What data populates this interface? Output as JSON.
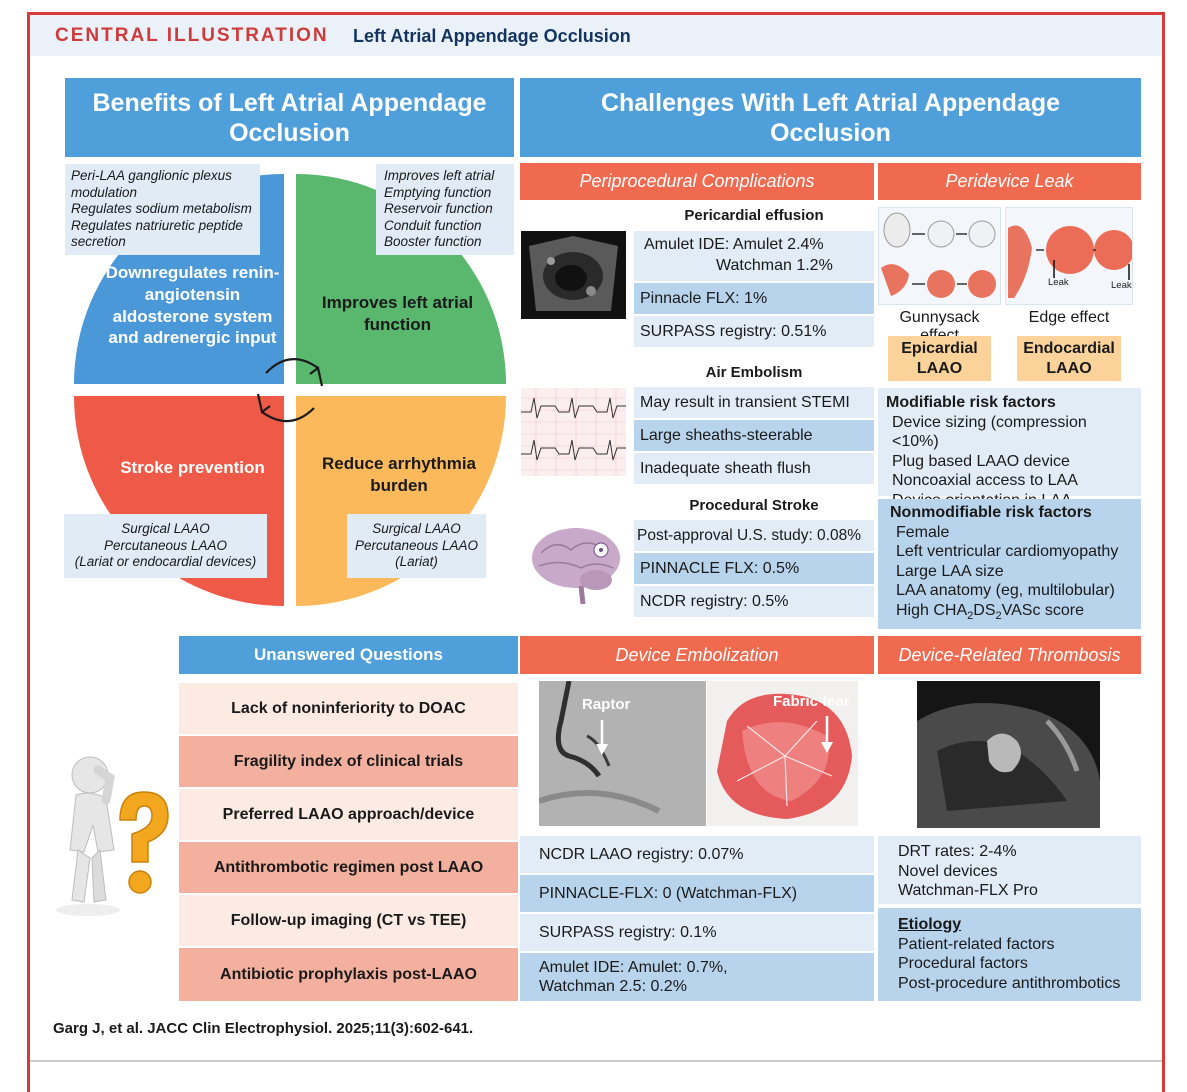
{
  "header": {
    "label": "CENTRAL ILLUSTRATION",
    "title": "Left Atrial Appendage Occlusion"
  },
  "colors": {
    "frame_red": "#d63a3a",
    "header_blue": "#4f9fda",
    "header_red": "#ef6a4f",
    "quad_blue": "#4a98d8",
    "quad_green": "#59b86e",
    "quad_red": "#ee5a47",
    "quad_orange": "#fbb95c"
  },
  "benefits": {
    "title": "Benefits of Left Atrial Appendage Occlusion",
    "quadrants": {
      "top_left": "Downregulates renin-angiotensin aldosterone system and adrenergic input",
      "top_right": "Improves left atrial function",
      "bottom_left": "Stroke prevention",
      "bottom_right": "Reduce arrhythmia burden"
    },
    "callouts": {
      "top_left": [
        "Peri-LAA ganglionic plexus modulation",
        "Regulates sodium metabolism",
        "Regulates natriuretic peptide secretion"
      ],
      "top_right": [
        "Improves left atrial",
        "Emptying function",
        "Reservoir function",
        "Conduit function",
        "Booster function"
      ],
      "bottom_left": [
        "Surgical LAAO",
        "Percutaneous LAAO",
        "(Lariat or endocardial devices)"
      ],
      "bottom_right": [
        "Surgical LAAO",
        "Percutaneous LAAO",
        "(Lariat)"
      ]
    }
  },
  "challenges": {
    "title": "Challenges With Left Atrial Appendage Occlusion",
    "periprocedural": {
      "title": "Periprocedural Complications",
      "pericardial": {
        "title": "Pericardial effusion",
        "rows": [
          "Amulet IDE: Amulet 2.4%",
          "Watchman 1.2%",
          "Pinnacle FLX: 1%",
          "SURPASS registry: 0.51%"
        ]
      },
      "air": {
        "title": "Air Embolism",
        "rows": [
          "May result in transient STEMI",
          "Large sheaths-steerable",
          "Inadequate sheath flush"
        ]
      },
      "stroke": {
        "title": "Procedural Stroke",
        "rows": [
          "Post-approval U.S. study: 0.08%",
          "PINNACLE FLX: 0.5%",
          "NCDR registry: 0.5%"
        ]
      }
    },
    "peridevice": {
      "title": "Peridevice Leak",
      "leak_labels": [
        "Leak",
        "Leak"
      ],
      "effects": [
        "Gunnysack effect",
        "Edge effect"
      ],
      "boxes": [
        "Epicardial LAAO",
        "Endocardial LAAO"
      ],
      "modifiable": {
        "title": "Modifiable risk factors",
        "items": [
          "Device sizing (compression <10%)",
          "Plug based LAAO device",
          "Noncoaxial access to LAA",
          "Device orientation in LAA"
        ]
      },
      "nonmodifiable": {
        "title": "Nonmodifiable risk factors",
        "items": [
          "Female",
          "Left ventricular cardiomyopathy",
          "Large LAA size",
          "LAA anatomy (eg, multilobular)"
        ],
        "last": {
          "a": "High CHA",
          "s1": "2",
          "b": "DS",
          "s2": "2",
          "c": "VASc score"
        }
      }
    }
  },
  "unanswered": {
    "title": "Unanswered Questions",
    "items": [
      "Lack of noninferiority to DOAC",
      "Fragility index of clinical trials",
      "Preferred LAAO approach/device",
      "Antithrombotic regimen post LAAO",
      "Follow-up imaging (CT vs TEE)",
      "Antibiotic prophylaxis post-LAAO"
    ]
  },
  "embolization": {
    "title": "Device Embolization",
    "image_labels": [
      "Raptor",
      "Fabric tear"
    ],
    "rows": [
      "NCDR LAAO registry: 0.07%",
      "PINNACLE-FLX: 0 (Watchman-FLX)",
      "SURPASS registry: 0.1%",
      "Amulet IDE: Amulet: 0.7%,",
      "Watchman 2.5: 0.2%"
    ]
  },
  "thrombosis": {
    "title": "Device-Related Thrombosis",
    "rates": [
      "DRT rates: 2-4%",
      "Novel devices",
      "Watchman-FLX Pro"
    ],
    "etiology_title": "Etiology",
    "etiology": [
      "Patient-related factors",
      "Procedural factors",
      "Post-procedure antithrombotics"
    ]
  },
  "citation": "Garg J, et al. JACC Clin Electrophysiol. 2025;11(3):602-641."
}
